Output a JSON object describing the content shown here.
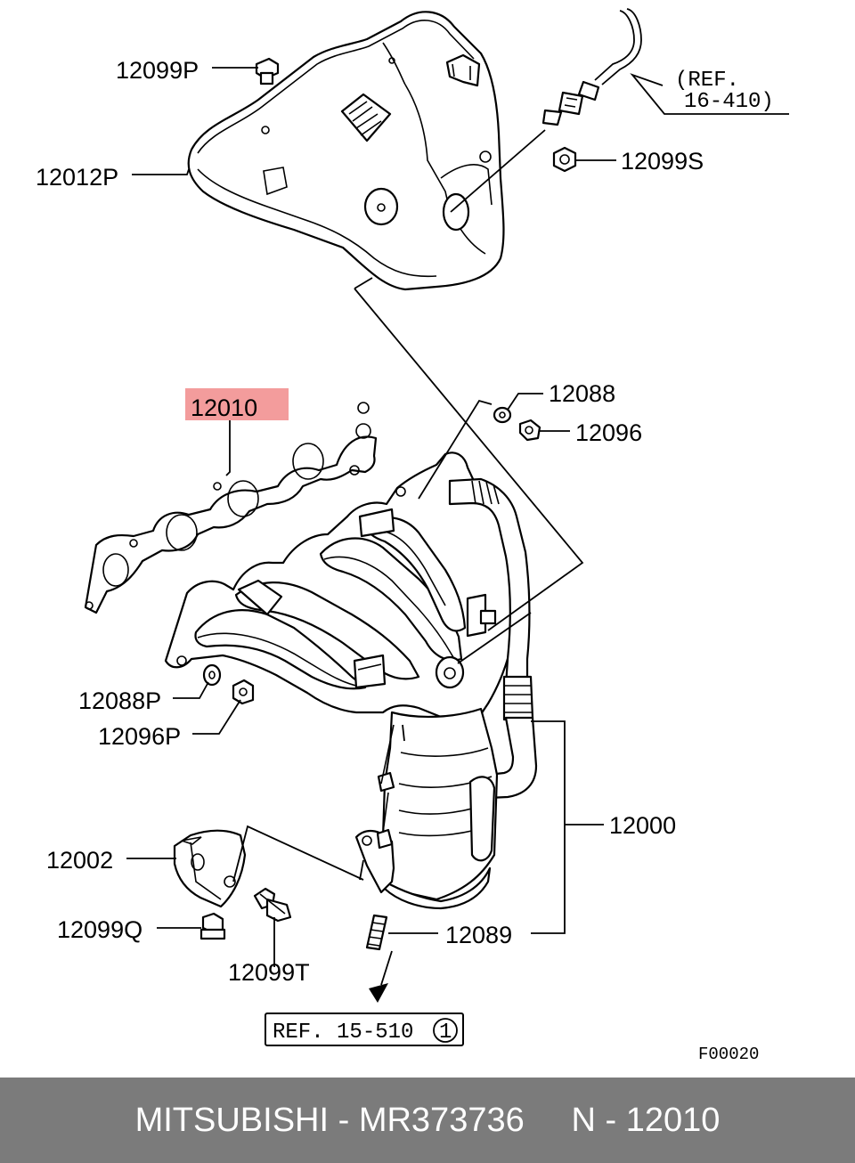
{
  "labels": {
    "p12099P": "12099P",
    "p12012P": "12012P",
    "p12099S": "12099S",
    "ref_16_410_line1": "(REF.",
    "ref_16_410_line2": "16-410)",
    "p12010": "12010",
    "p12088": "12088",
    "p12096": "12096",
    "p12088P": "12088P",
    "p12096P": "12096P",
    "p12000": "12000",
    "p12002": "12002",
    "p12099Q": "12099Q",
    "p12099T": "12099T",
    "p12089": "12089",
    "ref_15_510": "REF. 15-510",
    "ref_15_510_circle": "1",
    "figure_code": "F00020"
  },
  "highlight": {
    "part": "12010",
    "color": "#f39c9c"
  },
  "footer": {
    "text": "MITSUBISHI - MR373736     N - 12010",
    "background": "#7b7b7b",
    "color": "#ffffff"
  }
}
